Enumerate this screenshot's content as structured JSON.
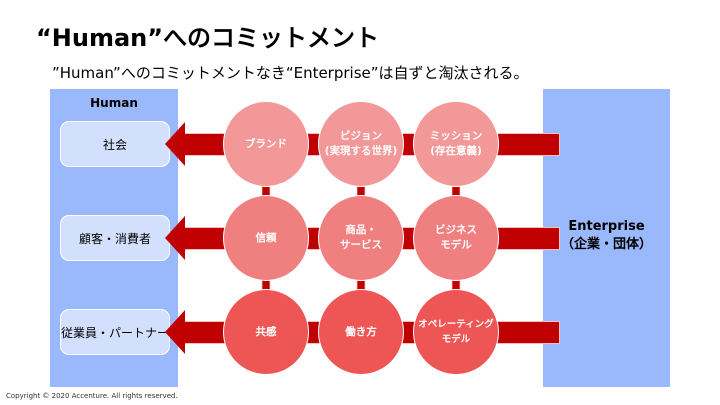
{
  "title": "“Human”へのコミットメント",
  "subtitle": "”Human”へのコミットメントなき“Enterprise”は自ずと淘汰される。",
  "human": {
    "label": "Human",
    "items": [
      "社会",
      "顧客・消費者",
      "従業員・パートナー"
    ]
  },
  "enterprise": {
    "label": "Enterprise",
    "sublabel": "（企業・団体）"
  },
  "circles": [
    [
      "ブランド",
      "ビジョン\n(実現する世界)",
      "ミッション\n(存在意義)"
    ],
    [
      "信頼",
      "商品・\nサービス",
      "ビジネス\nモデル"
    ],
    [
      "共感",
      "働き方",
      "オペレーティング\nモデル"
    ]
  ],
  "colors": {
    "panel": "#9ab8fc",
    "box": "#d3e0fd",
    "bar": "#c00000",
    "row1": "#f39898",
    "row2": "#f07f80",
    "row3": "#ee5555"
  },
  "copyright": "Copyright © 2020 Accenture. All rights reserved."
}
